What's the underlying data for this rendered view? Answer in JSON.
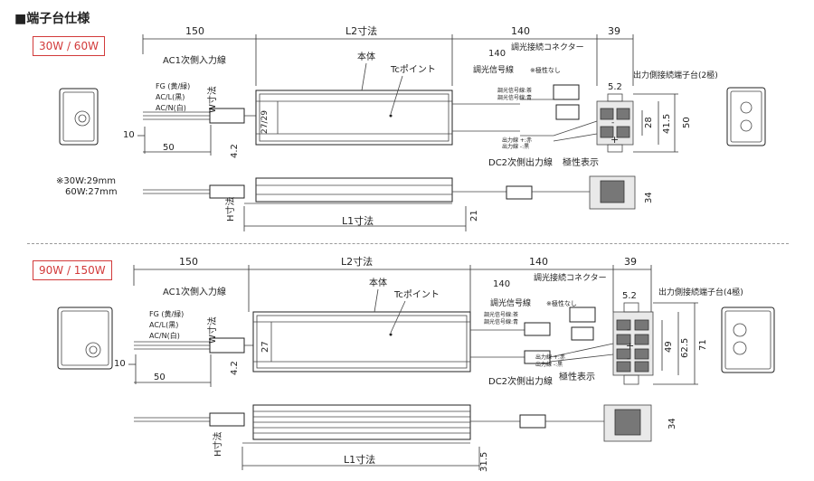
{
  "heading": "■端子台仕様",
  "colors": {
    "badge": "#d23a3a",
    "line": "#222222",
    "dashed_divider": "#999999"
  },
  "top": {
    "badge": "30W / 60W",
    "dims": {
      "d150": "150",
      "l2": "L2寸法",
      "d140a": "140",
      "d39": "39",
      "d140b": "140",
      "d10": "10",
      "d50": "50",
      "d4_2": "4.2",
      "d27_29": "27/29",
      "d5_2": "5.2",
      "d28": "28",
      "d41_5": "41.5",
      "d50r": "50",
      "d34": "34",
      "d21": "21",
      "l1": "L1寸法",
      "h": "H寸法",
      "w": "W寸法"
    },
    "labels": {
      "ac_input": "AC1次側入力線",
      "fg": "FG (黄/緑)",
      "acl": "AC/L(黒)",
      "acn": "AC/N(白)",
      "body": "本体",
      "tc": "Tcポイント",
      "dim_connector": "調光接続コネクター",
      "dim_signal": "調光信号線",
      "polarity_none": "※極性なし",
      "out_terminal": "出力側接続端子台(2極)",
      "sig_tea": "調光信号線:茶",
      "sig_blue": "調光信号線:青",
      "out_red": "出力線 +:赤",
      "out_black": "出力線 -:黒",
      "dc_output": "DC2次側出力線",
      "polarity_mark": "極性表示",
      "note_30w": "※30W:29mm",
      "note_60w": "60W:27mm",
      "plus": "+",
      "minus": "-"
    }
  },
  "bottom": {
    "badge": "90W / 150W",
    "dims": {
      "d150": "150",
      "l2": "L2寸法",
      "d140a": "140",
      "d39": "39",
      "d140b": "140",
      "d10": "10",
      "d50": "50",
      "d4_2": "4.2",
      "d27": "27",
      "d5_2": "5.2",
      "d49": "49",
      "d62_5": "62.5",
      "d71": "71",
      "d34": "34",
      "d31_5": "31.5",
      "l1": "L1寸法",
      "h": "H寸法",
      "w": "W寸法"
    },
    "labels": {
      "ac_input": "AC1次側入力線",
      "fg": "FG (黄/緑)",
      "acl": "AC/L(黒)",
      "acn": "AC/N(白)",
      "body": "本体",
      "tc": "Tcポイント",
      "dim_connector": "調光接続コネクター",
      "dim_signal": "調光信号線",
      "polarity_none": "※極性なし",
      "out_terminal": "出力側接続端子台(4極)",
      "sig_tea": "調光信号線:茶",
      "sig_blue": "調光信号線:青",
      "out_red": "出力線 +:赤",
      "out_black": "出力線 -:黒",
      "dc_output": "DC2次側出力線",
      "polarity_mark": "極性表示",
      "plus": "+",
      "minus": "-"
    }
  }
}
